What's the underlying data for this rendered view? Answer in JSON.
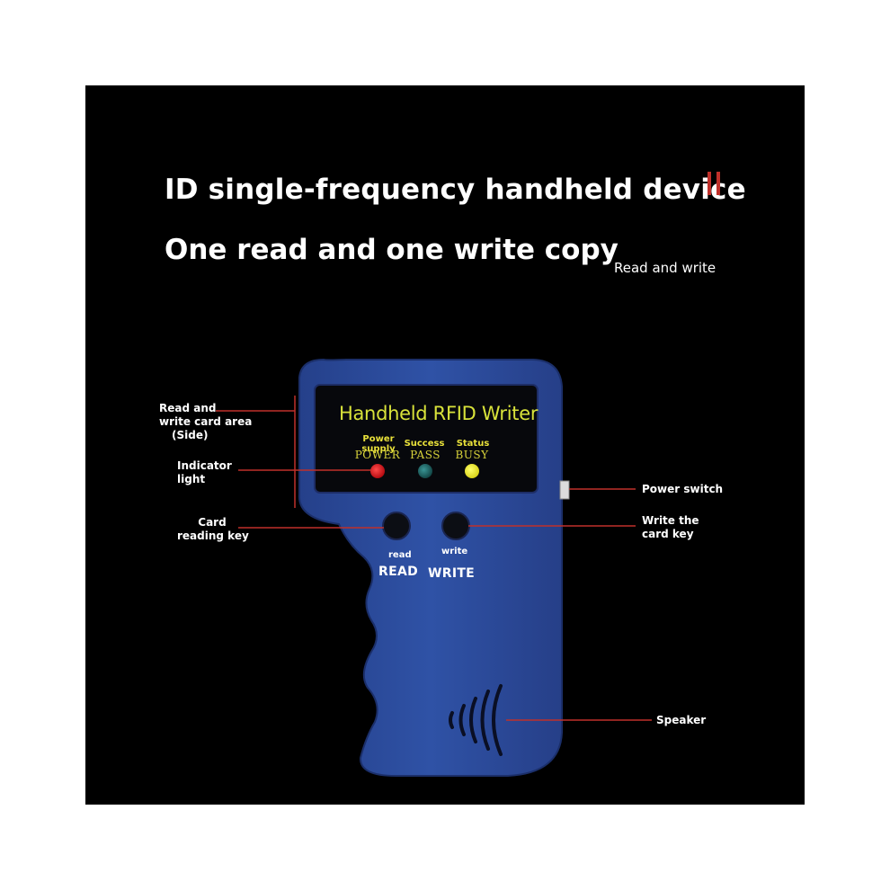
{
  "headline": {
    "line1": "ID single-frequency handheld device",
    "line2": "One read and one write copy",
    "tagline": "Read and write"
  },
  "device": {
    "screen_title": "Handheld RFID Writer",
    "indicators": [
      {
        "top_label": "Power supply",
        "label": "POWER",
        "color": "#d8151b"
      },
      {
        "top_label": "Success",
        "label": "PASS",
        "color": "#1f6b6b"
      },
      {
        "top_label": "Status",
        "label": "BUSY",
        "color": "#f2ee1e"
      }
    ],
    "keys": [
      {
        "small_label": "read",
        "big_label": "READ"
      },
      {
        "small_label": "write",
        "big_label": "WRITE"
      }
    ],
    "body_color": "#2c4d9e"
  },
  "callouts": {
    "card_area": [
      "Read and",
      "write card area",
      "(Side)"
    ],
    "indicator_light": [
      "Indicator",
      "light"
    ],
    "card_reading_key": [
      "Card",
      "reading key"
    ],
    "power_switch": "Power switch",
    "write_card_key": [
      "Write the",
      "card key"
    ],
    "speaker": "Speaker"
  },
  "colors": {
    "background": "#000000",
    "accent_red": "#c0302a",
    "lcd_text": "#d8e23a"
  }
}
